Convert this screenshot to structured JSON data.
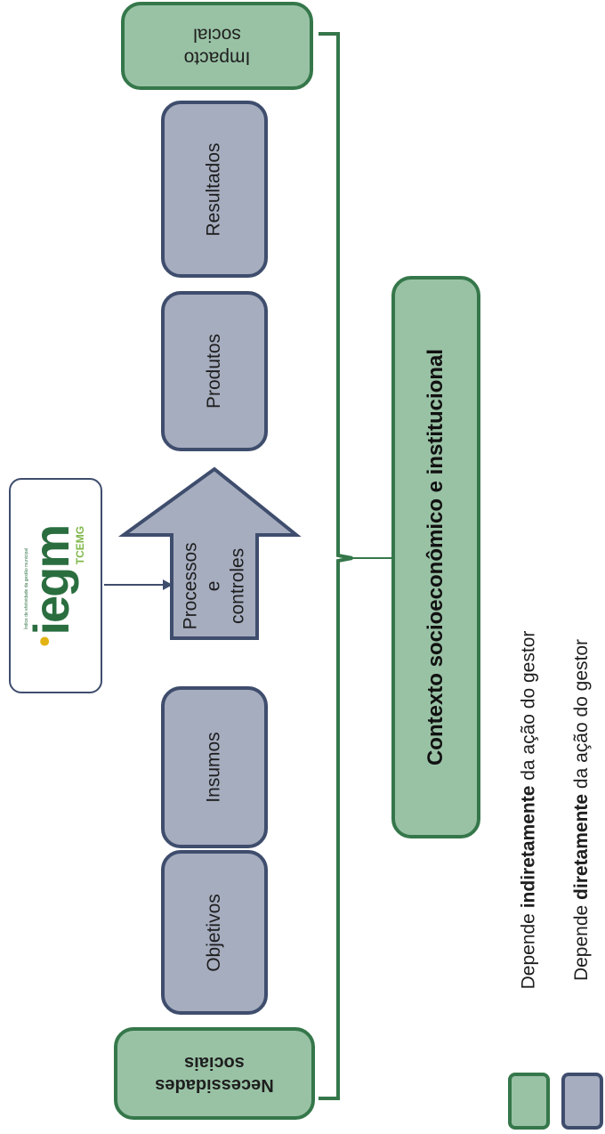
{
  "nodes": {
    "necessidades": "Necessidades sociais",
    "objetivos": "Objetivos",
    "insumos": "Insumos",
    "processos": "Processos e controles",
    "produtos": "Produtos",
    "resultados": "Resultados",
    "impacto": "Impacto social"
  },
  "context": "Contexto socioeconômico e institucional",
  "logo": {
    "main": "iegm",
    "sub": "TCEMG",
    "tagline": "Índice de efetividade da gestão municipal"
  },
  "legend": {
    "indirect": {
      "prefix": "Depende ",
      "bold": "indiretamente",
      "suffix": " da ação do gestor",
      "color": "#99c2a5"
    },
    "direct": {
      "prefix": "Depende ",
      "bold": "diretamente",
      "suffix": " da ação do gestor",
      "color": "#a6adbf"
    }
  },
  "colors": {
    "gray_fill": "#a6adbf",
    "gray_border": "#3f4d6d",
    "green_fill": "#99c2a5",
    "green_border": "#35774a"
  }
}
